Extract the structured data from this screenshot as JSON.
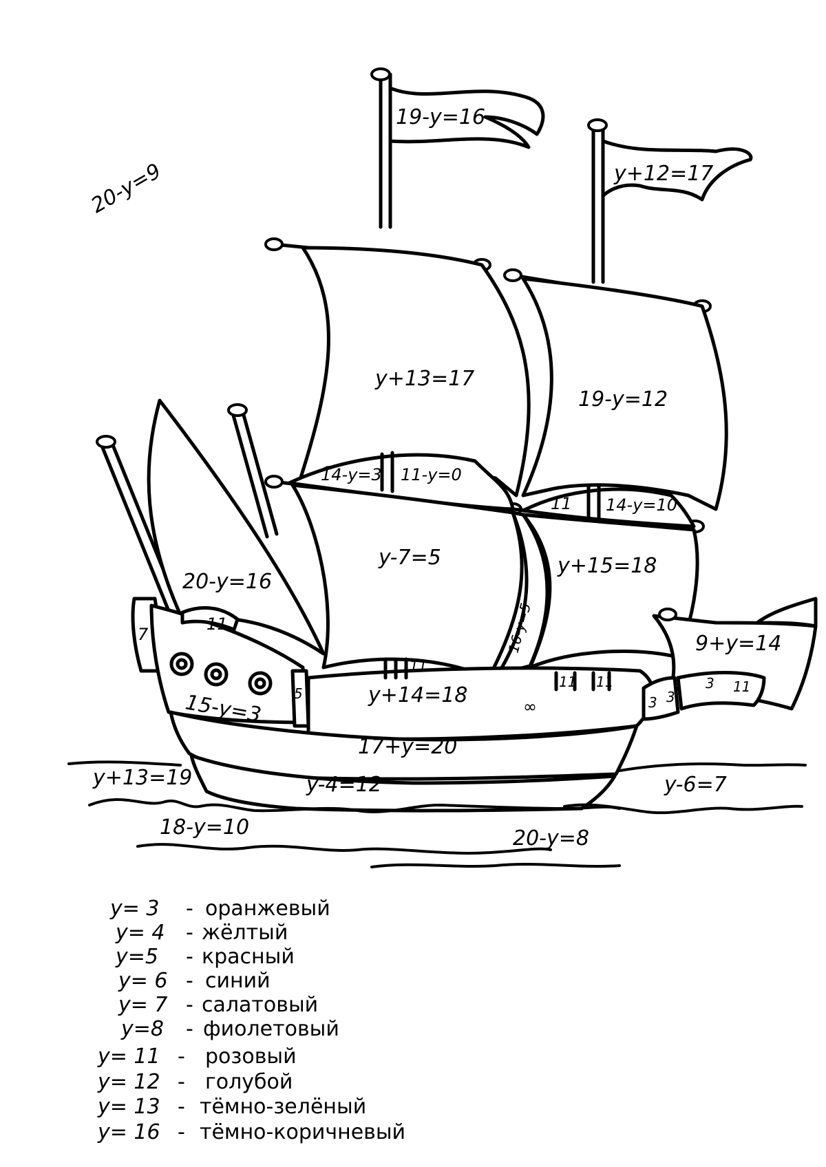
{
  "equations": {
    "sky": "20-y=9",
    "flag_left": "19-y=16",
    "flag_right": "y+12=17",
    "sail_top_left": "y+13=17",
    "sail_top_right": "19-y=12",
    "strip_left_a": "14-y=3",
    "strip_left_b": "11-y=0",
    "strip_right_a": "11",
    "strip_right_b": "14-y=10",
    "sail_mid_left": "y-7=5",
    "sail_mid_right": "y+15=18",
    "sail_tri": "20-y=16",
    "sail_vertical": "16-y=5",
    "stern_panel": "7",
    "stern_small": "11",
    "stern_body": "15-y=3",
    "stern_edge": "5",
    "deck_rail_a": "11",
    "deck_rail_b": "11",
    "deck_rail_c": "11",
    "deck_band": "y+14=18",
    "deck_infinity": "∞",
    "bow_sail": "9+y=14",
    "bow_small_a": "3",
    "bow_small_b": "3",
    "bow_small_c": "3",
    "bow_small_d": "11",
    "hull_band": "17+y=20",
    "hull_bottom": "y-4=12",
    "water_left": "y+13=19",
    "water_right": "y-6=7",
    "water_bottom_left": "18-y=10",
    "water_bottom_center": "20-y=8"
  },
  "legend": [
    {
      "eq": "y= 3",
      "dash": "-",
      "color": "оранжевый"
    },
    {
      "eq": "y= 4",
      "dash": "-",
      "color": "жёлтый"
    },
    {
      "eq": "y=5",
      "dash": "-",
      "color": "красный"
    },
    {
      "eq": "y= 6",
      "dash": "-",
      "color": "синий"
    },
    {
      "eq": "y= 7",
      "dash": "-",
      "color": "салатовый"
    },
    {
      "eq": "y=8",
      "dash": "-",
      "color": "фиолетовый"
    },
    {
      "eq": "y= 11",
      "dash": "-",
      "color": "розовый"
    },
    {
      "eq": "y= 12",
      "dash": "-",
      "color": "голубой"
    },
    {
      "eq": "y= 13",
      "dash": "-",
      "color": "тёмно-зелёный"
    },
    {
      "eq": "y= 16",
      "dash": "-",
      "color": "тёмно-коричневый"
    }
  ]
}
